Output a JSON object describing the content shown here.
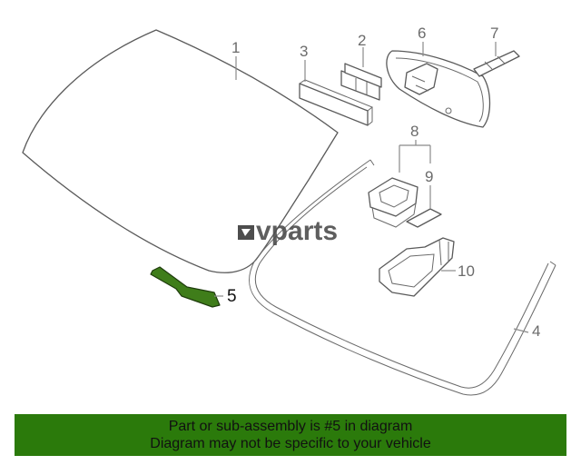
{
  "diagram": {
    "callouts": {
      "c1": "1",
      "c2": "2",
      "c3": "3",
      "c4": "4",
      "c5": "5",
      "c6": "6",
      "c7": "7",
      "c8": "8",
      "c9": "9",
      "c10": "10"
    },
    "highlighted_part": "5",
    "highlight_color": "#3f7d1a",
    "watermark": "vparts"
  },
  "footer": {
    "line1": "Part or sub-assembly is #5 in diagram",
    "line2": "Diagram may not be specific to your vehicle",
    "background": "#2b7a0b"
  }
}
